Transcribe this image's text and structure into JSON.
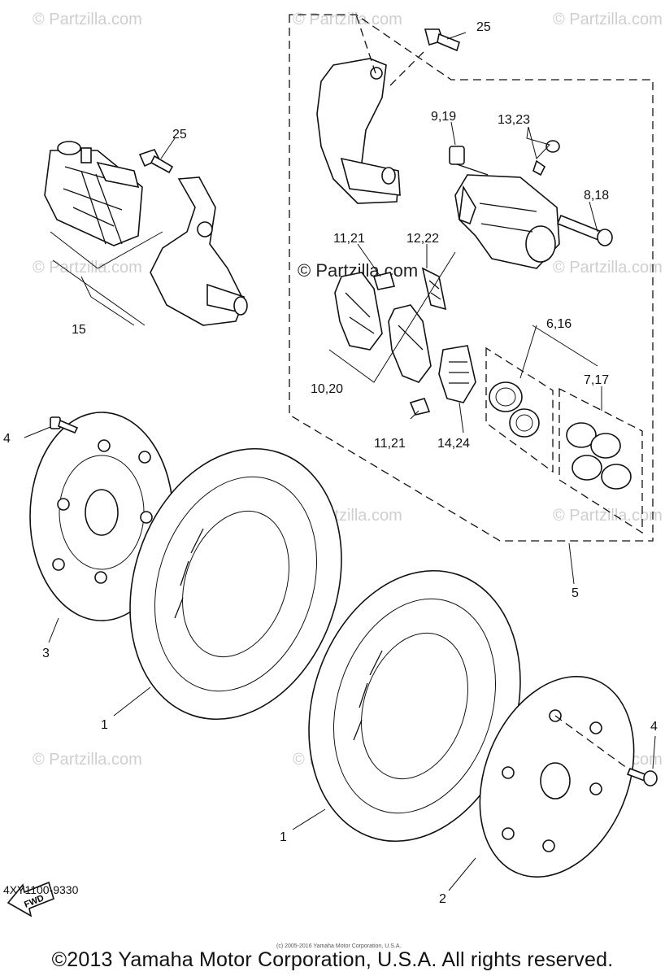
{
  "watermark_text": "© Partzilla.com",
  "center_watermark": "© Partzilla.com",
  "labels": {
    "l25a": "25",
    "l25b": "25",
    "l9_19": "9,19",
    "l13_23": "13,23",
    "l8_18": "8,18",
    "l11_21a": "11,21",
    "l12_22": "12,22",
    "l6_16": "6,16",
    "l7_17": "7,17",
    "l10_20": "10,20",
    "l11_21b": "11,21",
    "l14_24": "14,24",
    "l15": "15",
    "l4a": "4",
    "l4b": "4",
    "l3": "3",
    "l5": "5",
    "l1a": "1",
    "l1b": "1",
    "l2": "2"
  },
  "fwd_label": "FWD",
  "diagram_code": "4XY1100-9330",
  "copyright": "©2013 Yamaha Motor Corporation, U.S.A. All rights reserved.",
  "fine_print": "(c) 2005-2016 Yamaha Motor Corporation, U.S.A."
}
